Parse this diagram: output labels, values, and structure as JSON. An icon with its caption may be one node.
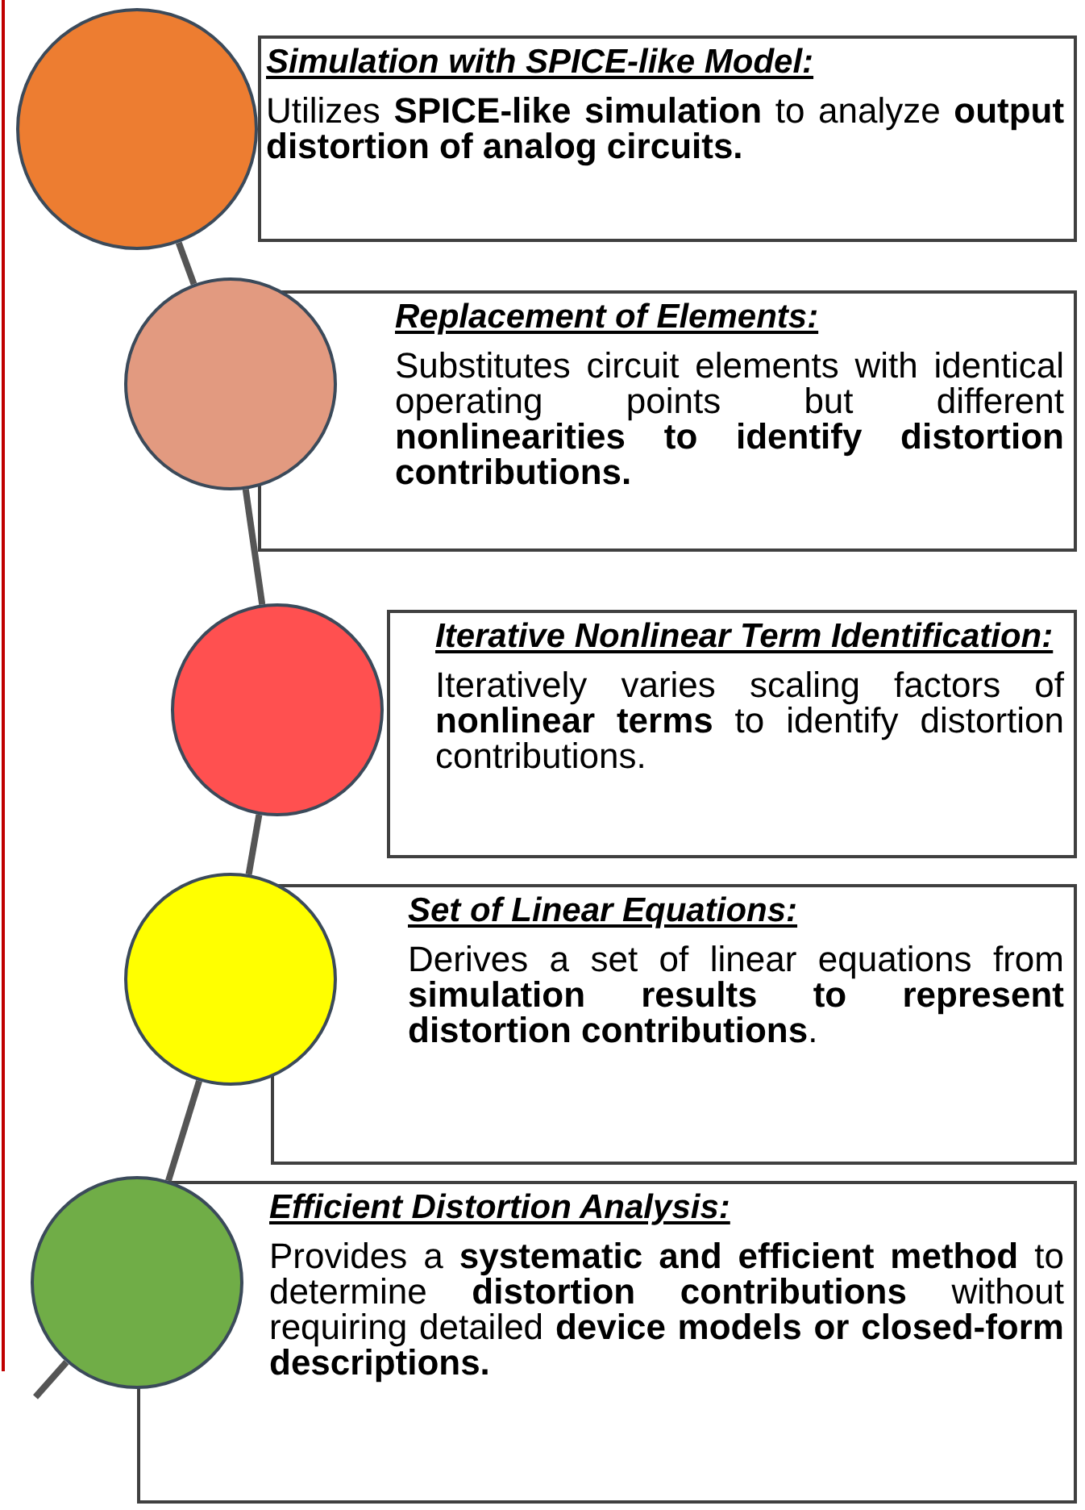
{
  "diagram": {
    "nodes": [
      {
        "text": [],
        "shape": "circle"
      },
      {
        "text": [
          "Simulation with SPICE-like Model:",
          "Utilizes **SPICE-like simulation** to analyze **output distortion of analog circuits.**"
        ]
      },
      {
        "text": [],
        "shape": "circle"
      },
      {
        "text": [
          "Replacement of Elements:",
          "Substitutes circuit elements with identical operating points but different **nonlinearities to identify distortion contributions.**"
        ]
      },
      {
        "text": [],
        "shape": "circle"
      },
      {
        "text": [
          "Iterative Nonlinear Term Identification:",
          "Iteratively varies scaling factors of **nonlinear terms** to identify distortion contributions."
        ]
      },
      {
        "text": [],
        "shape": "circle"
      },
      {
        "text": [
          "Set of Linear Equations:",
          "Derives a set of linear equations from **simulation results to represent distortion contributions**."
        ]
      },
      {
        "text": [],
        "shape": "circle"
      },
      {
        "text": [
          "Efficient Distortion Analysis:",
          "Provides a **systematic and efficient method** to determine **distortion contributions** without requiring detailed **device models or closed-form descriptions.**"
        ]
      }
    ],
    "edges": [
      {
        "from": 0,
        "to": 2,
        "arrow": "none"
      },
      {
        "from": 2,
        "to": 4,
        "arrow": "none"
      },
      {
        "from": 4,
        "to": 6,
        "arrow": "none"
      },
      {
        "from": 6,
        "to": 8,
        "arrow": "none"
      },
      {
        "from": 8,
        "to": null,
        "arrow": "none"
      }
    ]
  }
}
